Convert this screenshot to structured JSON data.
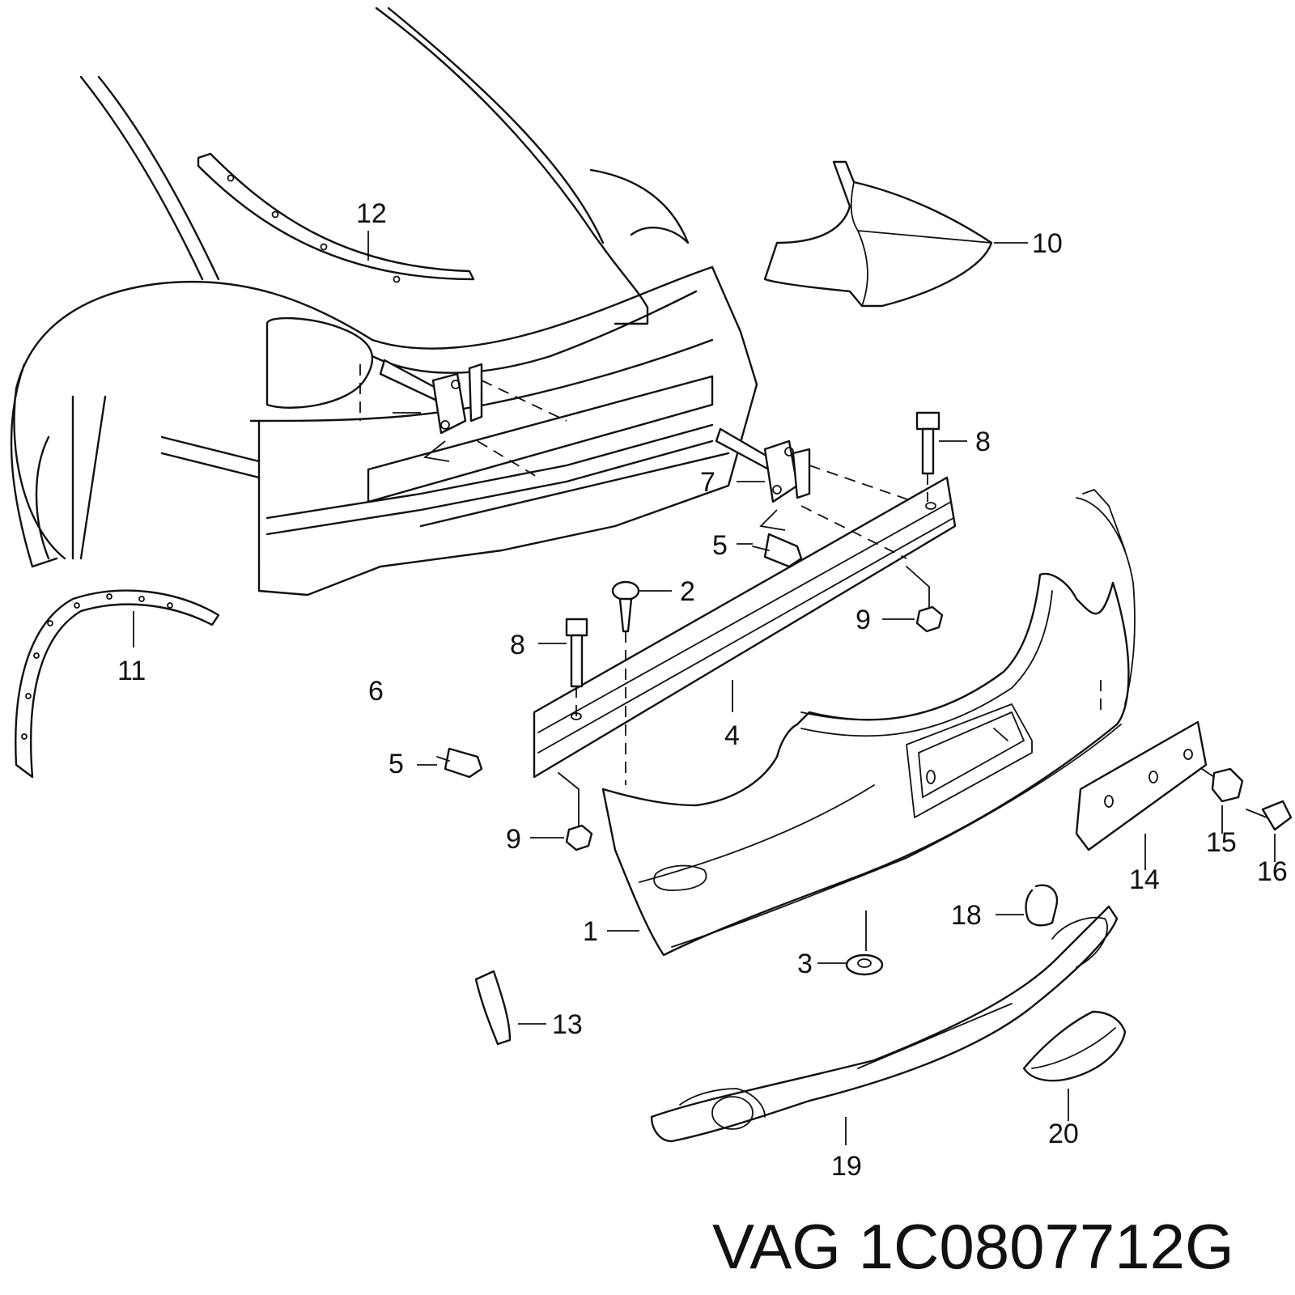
{
  "diagram": {
    "part_number_label": "VAG 1C0807712G",
    "callouts": {
      "c1": "1",
      "c2": "2",
      "c3": "3",
      "c4": "4",
      "c5a": "5",
      "c5b": "5",
      "c6": "6",
      "c7": "7",
      "c8a": "8",
      "c8b": "8",
      "c9a": "9",
      "c9b": "9",
      "c10": "10",
      "c11": "11",
      "c12": "12",
      "c13": "13",
      "c14": "14",
      "c15": "15",
      "c16": "16",
      "c18": "18",
      "c19": "19",
      "c20": "20"
    }
  }
}
